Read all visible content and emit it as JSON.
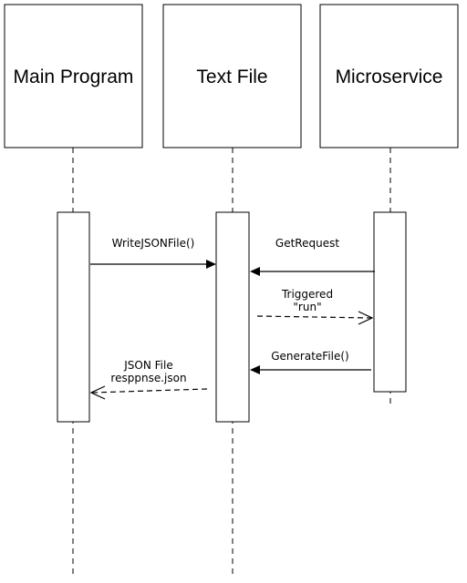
{
  "participants": [
    {
      "id": "main",
      "label": "Main Program"
    },
    {
      "id": "text",
      "label": "Text File"
    },
    {
      "id": "micro",
      "label": "Microservice"
    }
  ],
  "messages": [
    {
      "from": "main",
      "to": "text",
      "style": "solid",
      "lines": [
        "WriteJSONFile()"
      ]
    },
    {
      "from": "micro",
      "to": "text",
      "style": "solid",
      "lines": [
        "GetRequest"
      ]
    },
    {
      "from": "text",
      "to": "micro",
      "style": "dashed",
      "lines": [
        "Triggered",
        "\"run\""
      ]
    },
    {
      "from": "micro",
      "to": "text",
      "style": "solid",
      "lines": [
        "GenerateFile()"
      ]
    },
    {
      "from": "text",
      "to": "main",
      "style": "dashed",
      "lines": [
        "JSON File",
        "resppnse.json"
      ]
    }
  ]
}
